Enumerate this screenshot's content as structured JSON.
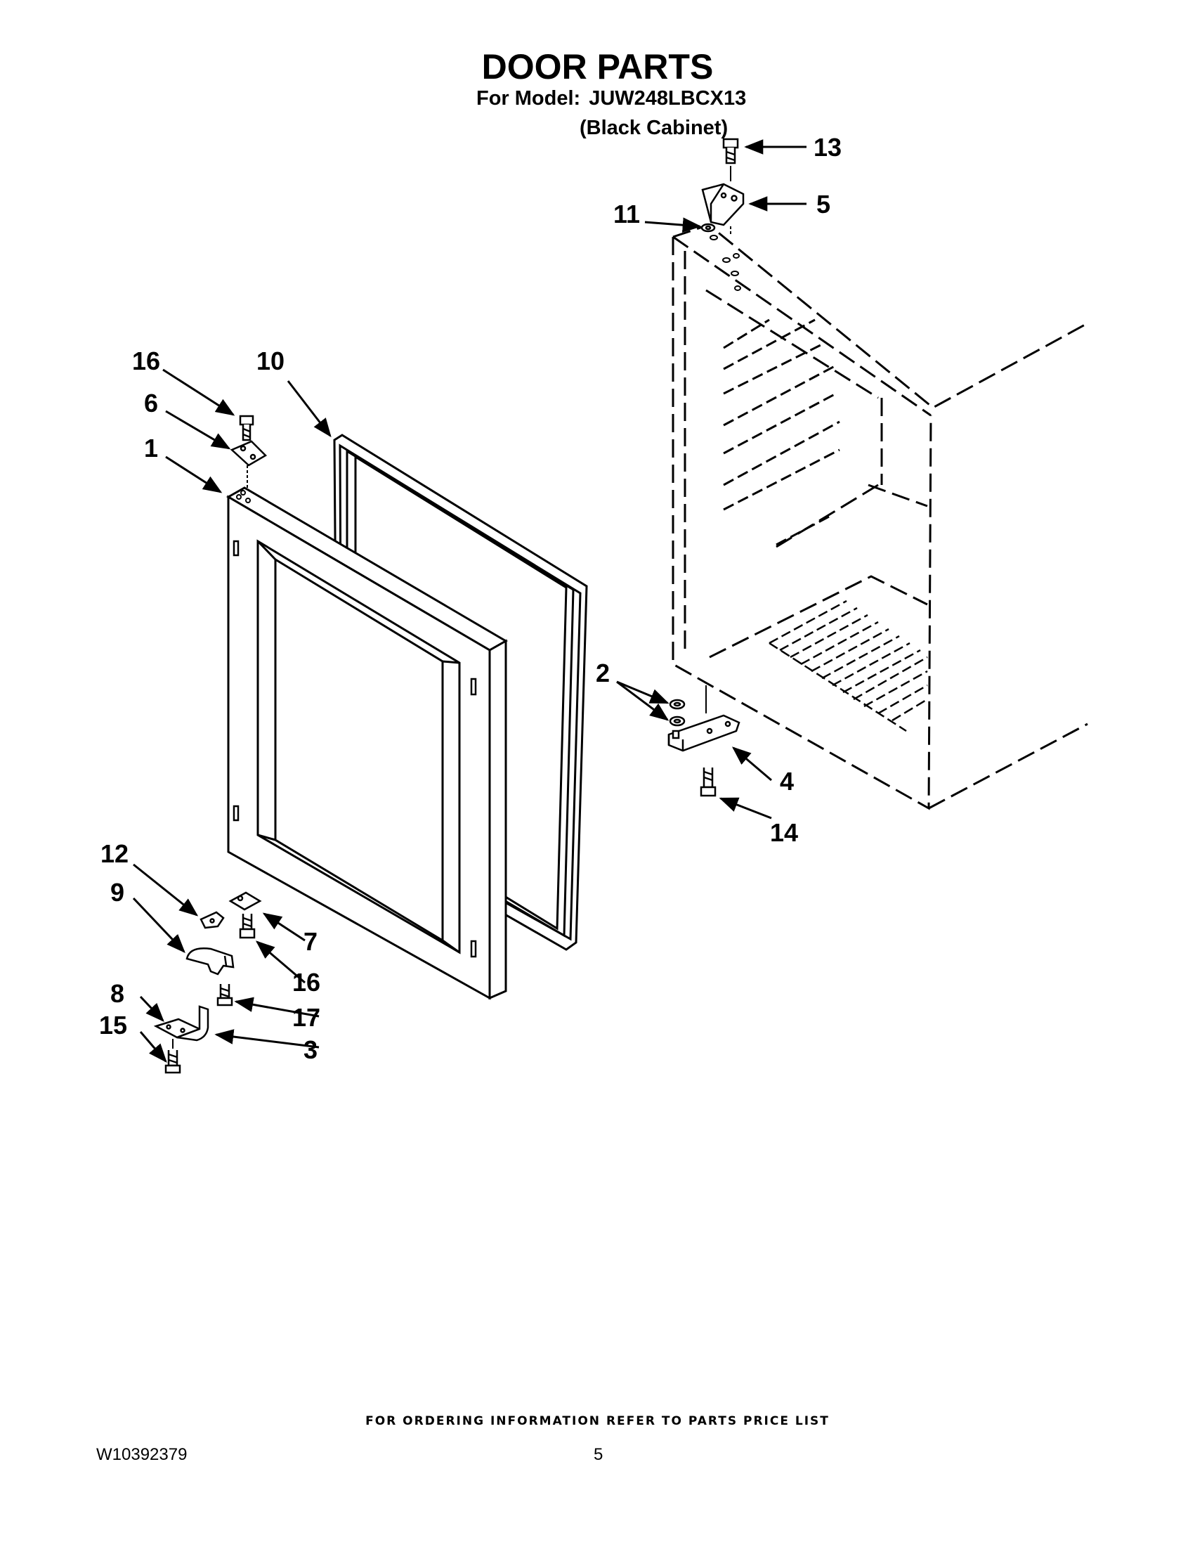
{
  "header": {
    "title": "DOOR PARTS",
    "model_label": "For Model:",
    "model_value": "JUW248LBCX13",
    "cabinet": "(Black Cabinet)"
  },
  "callouts": {
    "c13": "13",
    "c5": "5",
    "c11": "11",
    "c16a": "16",
    "c10": "10",
    "c6": "6",
    "c1": "1",
    "c2": "2",
    "c4": "4",
    "c14": "14",
    "c12": "12",
    "c9": "9",
    "c7": "7",
    "c16b": "16",
    "c8": "8",
    "c17": "17",
    "c15": "15",
    "c3": "3"
  },
  "footer": {
    "ordering": "FOR ORDERING INFORMATION REFER TO PARTS PRICE LIST",
    "doc_number": "W10392379",
    "page_number": "5"
  }
}
